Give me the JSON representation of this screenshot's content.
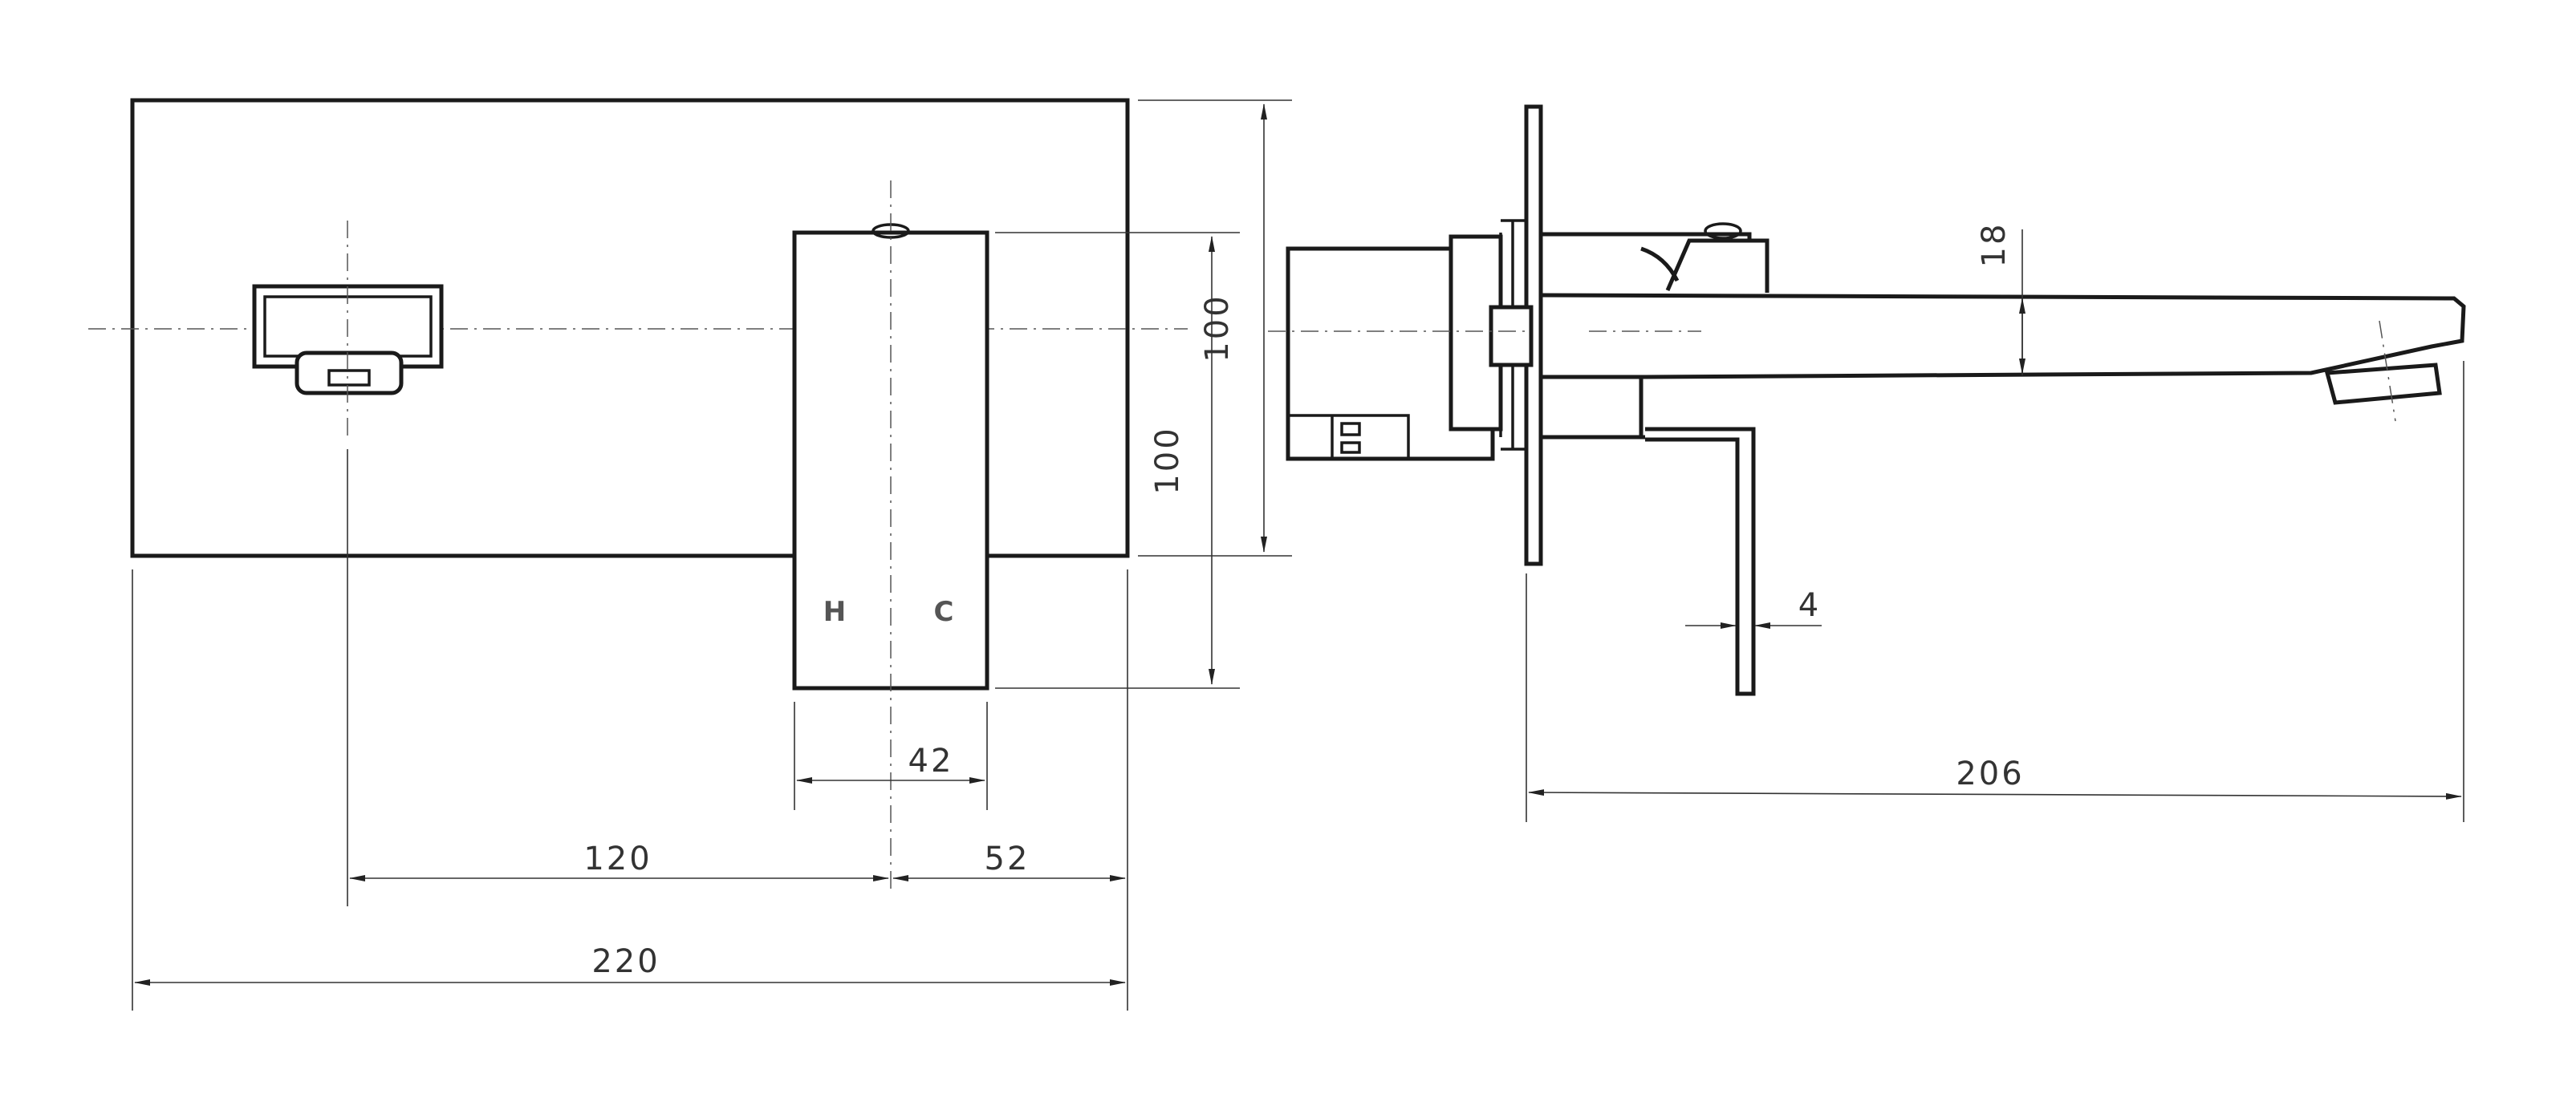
{
  "front_view": {
    "markers": {
      "hot": "H",
      "cold": "C"
    }
  },
  "dimensions": {
    "handle_height": "100",
    "plate_height": "100",
    "handle_width": "42",
    "spout_to_handle": "120",
    "handle_to_edge": "52",
    "plate_width": "220",
    "spout_thickness": "18",
    "wall_tab": "4",
    "projection": "206"
  },
  "colors": {
    "line": "#1a1a1a",
    "text": "#333333",
    "background": "#ffffff"
  }
}
